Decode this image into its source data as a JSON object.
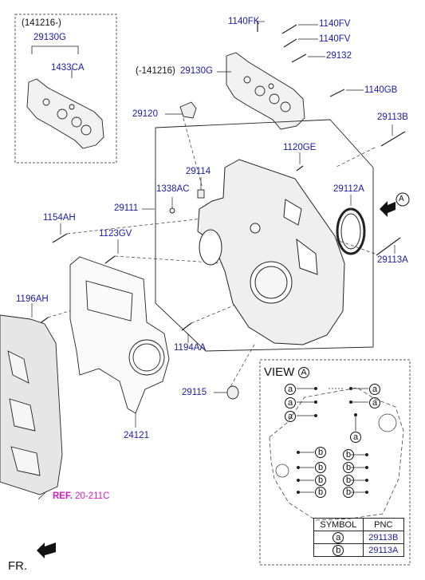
{
  "labels": {
    "inset_date": "(141216-)",
    "p29130G_inset": "29130G",
    "p1433CA": "1433CA",
    "p1140FK": "1140FK",
    "p1140FV_a": "1140FV",
    "p1140FV_b": "1140FV",
    "p29132": "29132",
    "p29130G_main_prefix": "(-141216)",
    "p29130G_main": "29130G",
    "p1140GB": "1140GB",
    "p29120": "29120",
    "p29113B": "29113B",
    "p1120GE": "1120GE",
    "p29114": "29114",
    "p1338AC": "1338AC",
    "p29112A": "29112A",
    "p29111": "29111",
    "p1154AH": "1154AH",
    "p1123GV": "1123GV",
    "p29113A": "29113A",
    "p1196AH": "1196AH",
    "p1194AA": "1194AA",
    "p29115": "29115",
    "p24121": "24121",
    "ref_prefix": "REF.",
    "ref_value": "20-211C",
    "view_marker": "A",
    "front": "FR."
  },
  "view": {
    "title": "VIEW",
    "marker": "A",
    "symbol_a": "a",
    "symbol_b": "b"
  },
  "legend_table": {
    "headers": [
      "SYMBOL",
      "PNC"
    ],
    "rows": [
      {
        "symbol": "a",
        "pnc": "29113B"
      },
      {
        "symbol": "b",
        "pnc": "29113A"
      }
    ]
  },
  "colors": {
    "part_number": "#1a1aa8",
    "reference": "#d21ac6",
    "line": "#222222"
  }
}
